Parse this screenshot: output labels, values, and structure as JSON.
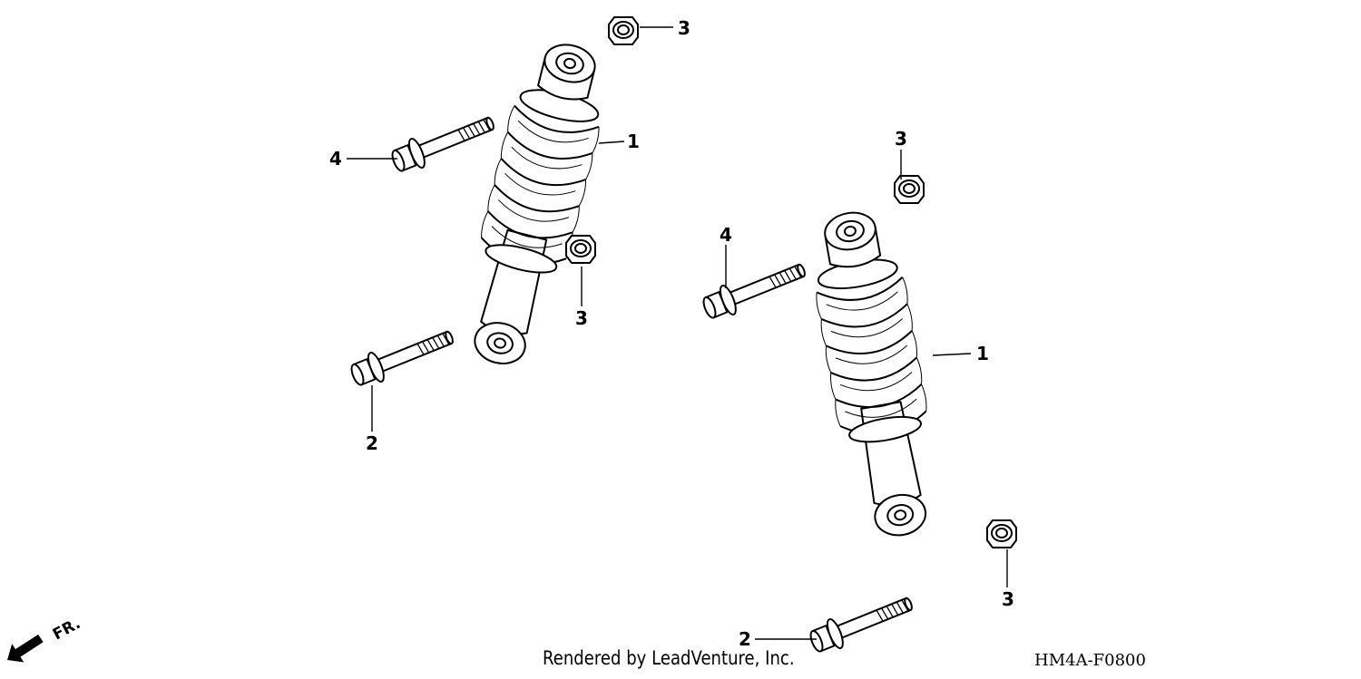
{
  "callouts": {
    "left_shock": "1",
    "right_shock": "1",
    "left_lower_bolt": "2",
    "right_lower_bolt": "2",
    "left_top_nut": "3",
    "left_mid_nut": "3",
    "right_top_nut": "3",
    "right_bottom_nut": "3",
    "left_upper_bolt": "4",
    "right_upper_bolt": "4"
  },
  "direction": {
    "label": "FR.",
    "icon": "front-arrow-icon"
  },
  "footer": {
    "credit": "Rendered by LeadVenture, Inc.",
    "code": "HM4A-F0800"
  }
}
